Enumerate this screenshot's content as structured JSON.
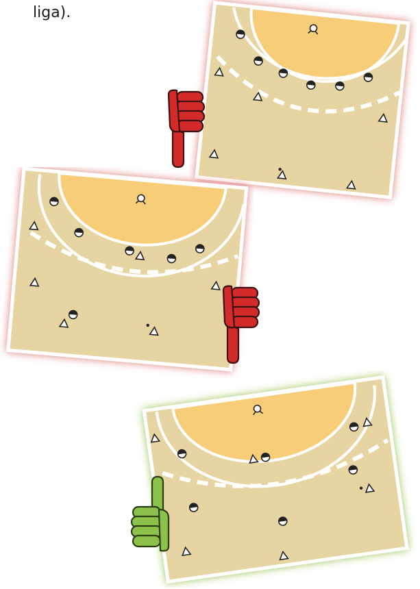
{
  "caption": "liga).",
  "colors": {
    "court": "#e6d5a3",
    "goal_area": "#f7cd78",
    "line": "#ffffff",
    "bad_glow": "#d86a6a",
    "good_glow": "#8fbf45",
    "thumb_red": "#d32a2a",
    "thumb_green": "#8cc24a"
  },
  "diagrams": [
    {
      "verdict": "wrong",
      "icon": "thumbs-down-icon"
    },
    {
      "verdict": "wrong",
      "icon": "thumbs-down-icon"
    },
    {
      "verdict": "correct",
      "icon": "thumbs-up-icon"
    }
  ]
}
